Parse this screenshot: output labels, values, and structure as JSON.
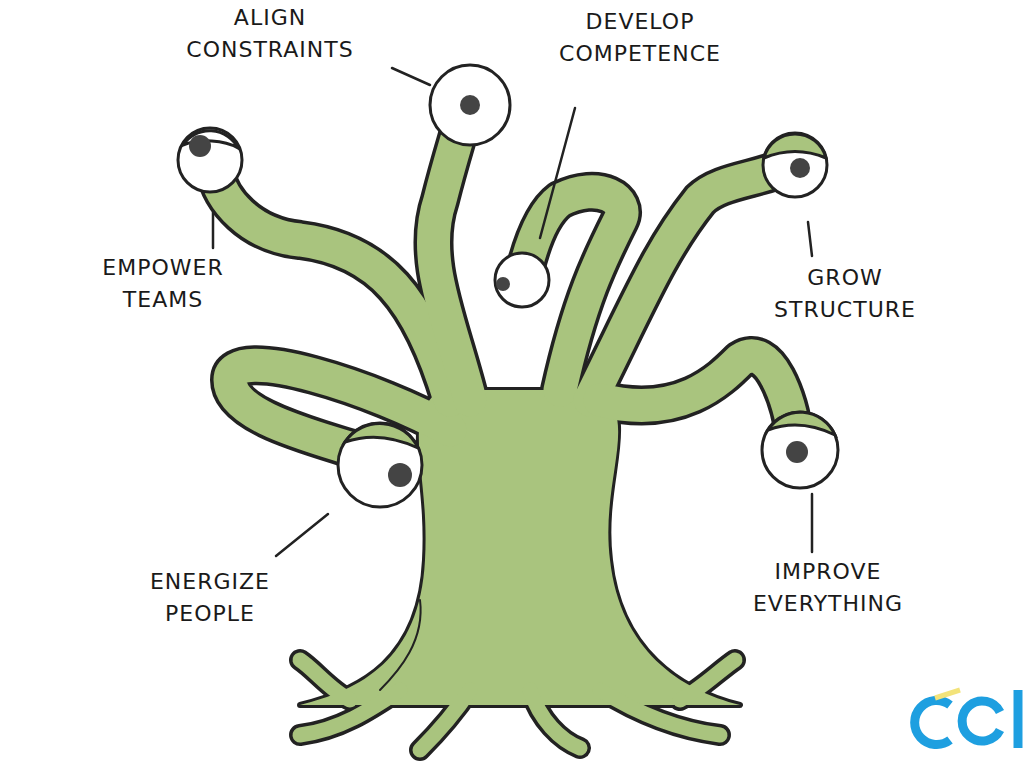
{
  "diagram": {
    "labels": [
      "ALIGN CONSTRAINTS",
      "DEVELOP COMPETENCE",
      "EMPOWER TEAMS",
      "GROW STRUCTURE",
      "ENERGIZE PEOPLE",
      "IMPROVE EVERYTHING"
    ]
  }
}
